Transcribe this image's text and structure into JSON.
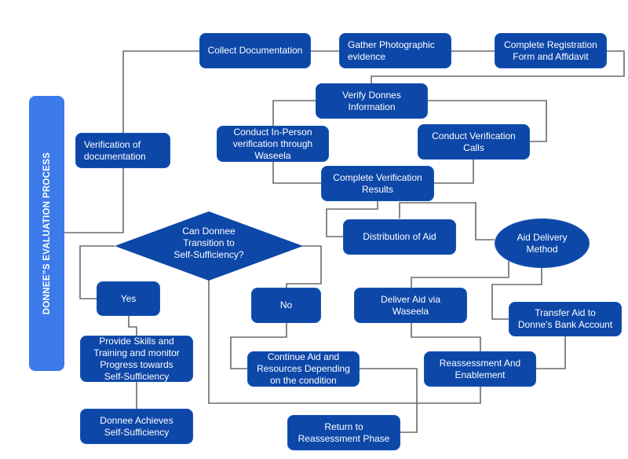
{
  "title": "DONNEE”S  EVALUATION PROCESS",
  "colors": {
    "node": "#0d47a8",
    "sidebar": "#3b7ae8",
    "connector": "#6b6b6b",
    "text": "#ffffff"
  },
  "nodes": {
    "collect_documentation": "Collect Documentation",
    "gather_photographic": "Gather Photographic\nevidence",
    "complete_registration": "Complete Registration\nForm and Affidavit",
    "verify_donnes": "Verify Donnes\nInformation",
    "in_person_verification": "Conduct In-Person\nverification through\nWaseela",
    "verification_calls": "Conduct Verification\nCalls",
    "complete_verification_results": "Complete Verification\nResults",
    "verification_of_documentation": "Verification of\ndocumentation",
    "distribution_of_aid": "Distribution of Aid",
    "aid_delivery_method": "Aid Delivery\nMethod",
    "decision": "Can Donnee\nTransition to\nSelf-Sufficiency?",
    "yes": "Yes",
    "no": "No",
    "deliver_aid_waseela": "Deliver Aid via\nWaseela",
    "transfer_aid_bank": "Transfer Aid to\nDonne's Bank Account",
    "provide_skills": "Provide Skills and\nTraining and monitor\nProgress towards\nSelf-Sufficiency",
    "continue_aid": "Continue Aid and\nResources Depending\non the condition",
    "reassessment_enablement": "Reassessment And\nEnablement",
    "donnee_achieves": "Donnee Achieves\nSelf-Sufficiency",
    "return_reassessment": "Return to\nReassessment Phase"
  }
}
